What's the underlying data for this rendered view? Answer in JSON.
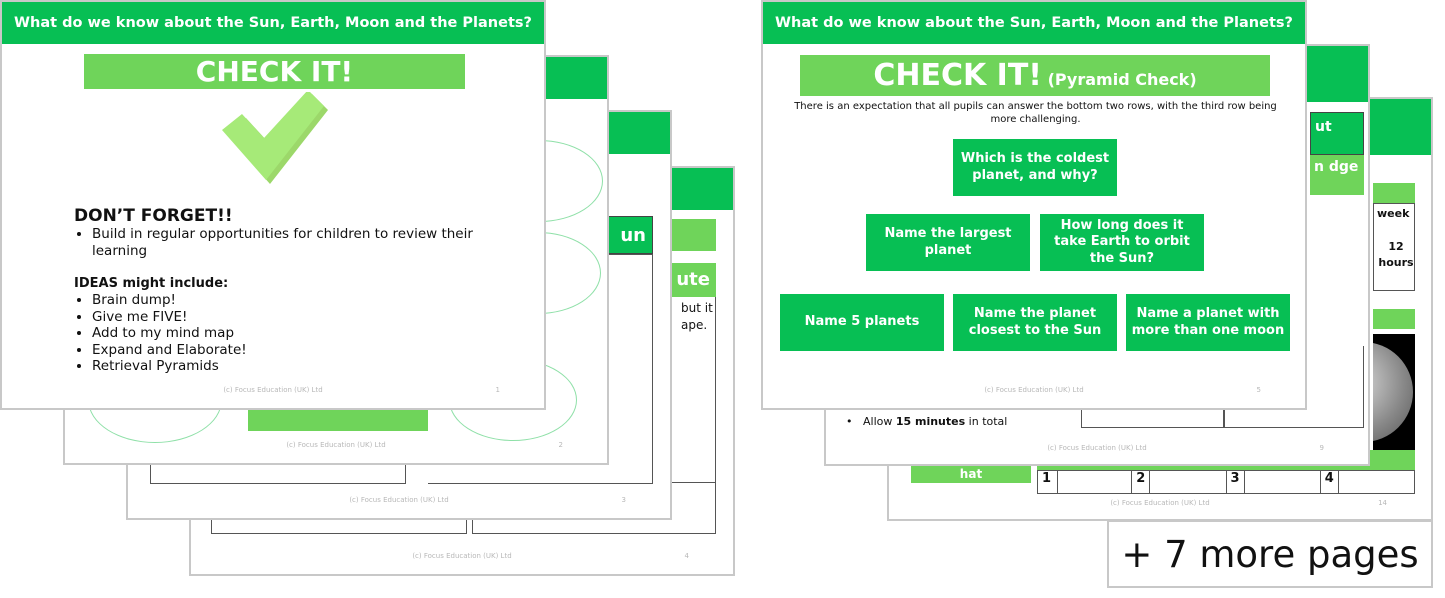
{
  "deck_title": "What do we know about the Sun, Earth, Moon and the Planets?",
  "footer": "(c) Focus Education (UK) Ltd",
  "colors": {
    "header_green": "#07bf54",
    "light_green": "#6fd45a"
  },
  "slide1": {
    "page": "1",
    "banner": "CHECK IT!",
    "icon": "checkmark-icon",
    "dont_forget_heading": "DON’T FORGET!!",
    "dont_forget_items": [
      "Build in regular opportunities for children to review their learning"
    ],
    "ideas_heading": "IDEAS might include:",
    "ideas": [
      "Brain dump!",
      "Give me FIVE!",
      "Add to my mind map",
      "Expand and Elaborate!",
      "Retrieval Pyramids"
    ]
  },
  "slide2": {
    "page": "2"
  },
  "slide3": {
    "page": "3",
    "partial_heading": "un"
  },
  "slide4": {
    "page": "4",
    "partial_heading": "ute",
    "partial_text": "but it ape."
  },
  "slide5": {
    "page": "5",
    "banner": "CHECK IT!",
    "banner_sub": "(Pyramid Check)",
    "intro": "There is an expectation that all pupils can answer the bottom two rows, with the third row being more challenging.",
    "row1": [
      "Which is the coldest planet, and why?"
    ],
    "row2": [
      "Name the largest planet",
      "How long does it take Earth to orbit the Sun?"
    ],
    "row3": [
      "Name 5 planets",
      "Name the planet closest to the Sun",
      "Name a planet with more than one moon"
    ]
  },
  "slide9": {
    "page": "9",
    "partial_heading1": "ut",
    "partial_heading2": "n dge",
    "bullet_prefix": "Allow",
    "bullet_bold": "15 minutes",
    "bullet_suffix": "in total"
  },
  "slide14": {
    "page": "14",
    "cell1": "week",
    "cell2": "12 hours",
    "numbers": [
      "1",
      "2",
      "3",
      "4"
    ],
    "partial_label": "hat"
  },
  "more_pages": "+ 7 more pages"
}
